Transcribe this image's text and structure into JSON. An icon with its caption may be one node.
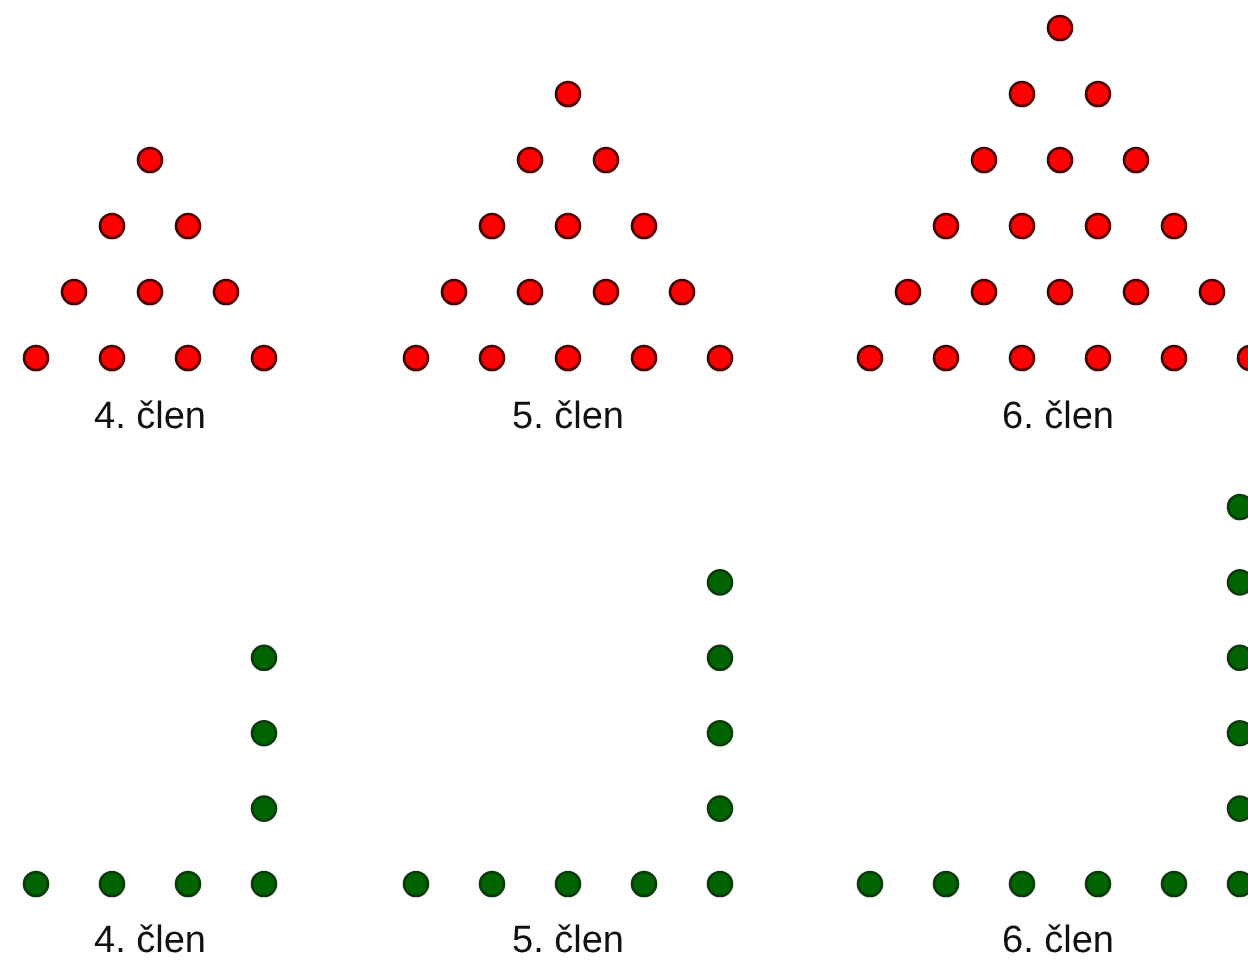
{
  "diagram": {
    "labels": [
      "4. člen",
      "5. člen",
      "6. člen",
      "4. člen",
      "5. člen",
      "6. člen"
    ]
  }
}
